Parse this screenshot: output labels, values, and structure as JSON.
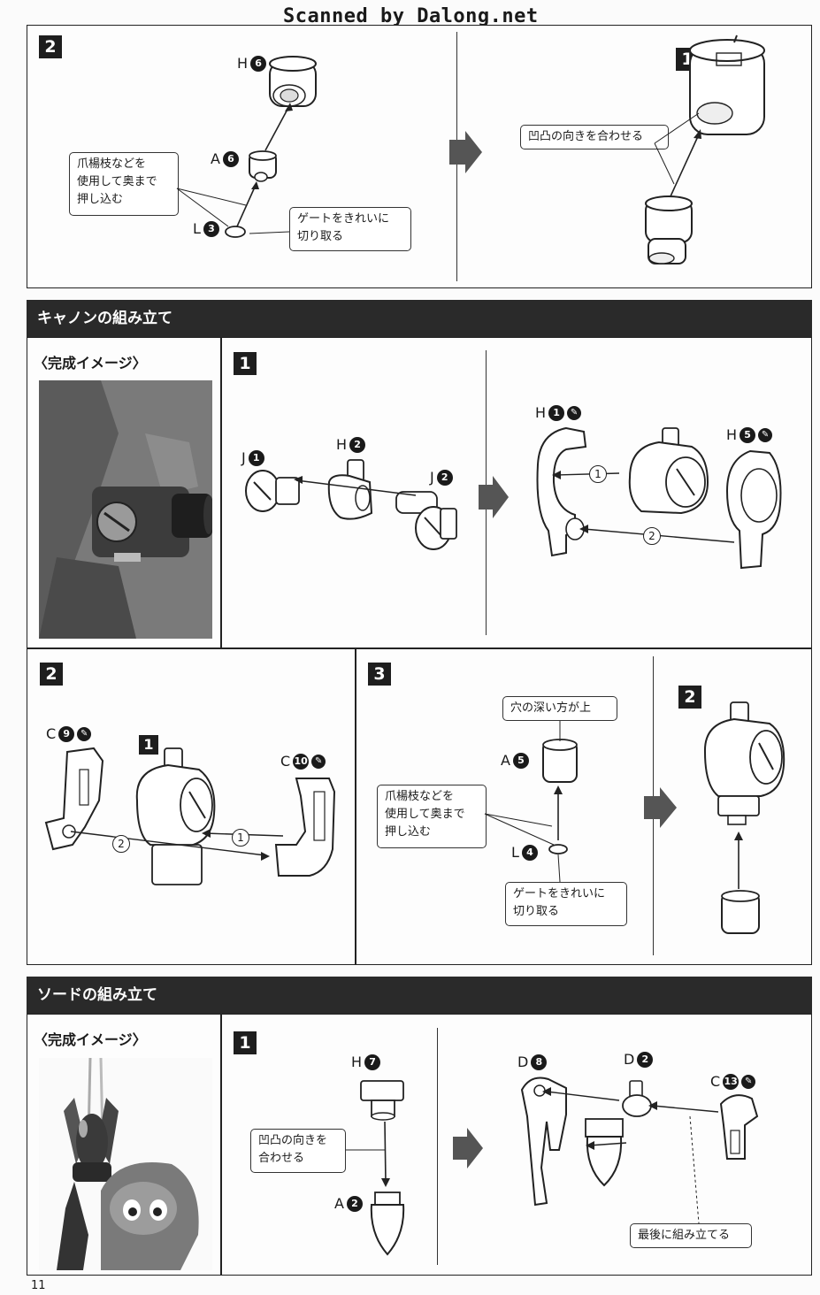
{
  "watermark": "Scanned by Dalong.net",
  "page_number": "11",
  "top": {
    "step_left": "2",
    "step_right": "1",
    "labels": {
      "h": "H",
      "h_n": "6",
      "a": "A",
      "a_n": "6",
      "l": "L",
      "l_n": "3"
    },
    "callout_push": "爪楊枝などを\n使用して奥まで\n押し込む",
    "callout_gate": "ゲートをきれいに\n切り取る",
    "callout_align": "凹凸の向きを合わせる"
  },
  "cannon": {
    "title": "キャノンの組み立て",
    "image_label": "〈完成イメージ〉",
    "step1": "1",
    "s1_labels": {
      "j1": "J",
      "j1_n": "1",
      "h2": "H",
      "h2_n": "2",
      "j2": "J",
      "j2_n": "2",
      "h1": "H",
      "h1_n": "1",
      "h5": "H",
      "h5_n": "5"
    },
    "order1": "1",
    "order2": "2",
    "step2": "2",
    "s2_labels": {
      "c9": "C",
      "c9_n": "9",
      "c10": "C",
      "c10_n": "10",
      "sub1": "1"
    },
    "step3": "3",
    "s3_labels": {
      "a5": "A",
      "a5_n": "5",
      "l4": "L",
      "l4_n": "4",
      "sub2": "2"
    },
    "callout_deep": "穴の深い方が上",
    "callout_push": "爪楊枝などを\n使用して奥まで\n押し込む",
    "callout_gate": "ゲートをきれいに\n切り取る"
  },
  "sword": {
    "title": "ソードの組み立て",
    "image_label": "〈完成イメージ〉",
    "step1": "1",
    "labels": {
      "h7": "H",
      "h7_n": "7",
      "a2": "A",
      "a2_n": "2",
      "d8": "D",
      "d8_n": "8",
      "d2": "D",
      "d2_n": "2",
      "c13": "C",
      "c13_n": "13"
    },
    "callout_align": "凹凸の向きを\n合わせる",
    "callout_last": "最後に組み立てる"
  }
}
